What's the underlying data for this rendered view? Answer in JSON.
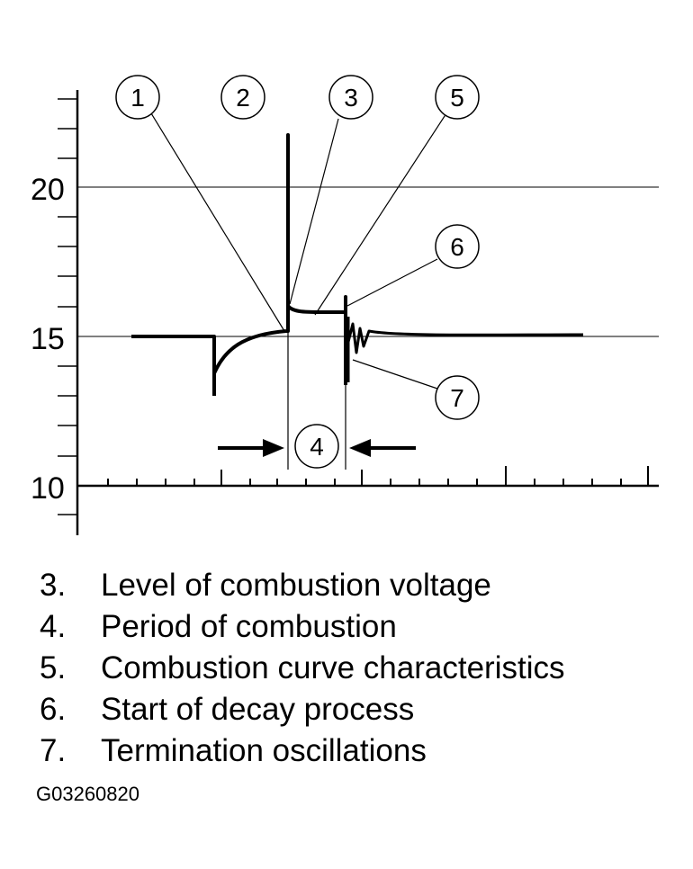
{
  "axis": {
    "ticks": [
      {
        "value": 20,
        "label": "20"
      },
      {
        "value": 15,
        "label": "15"
      },
      {
        "value": 10,
        "label": "10"
      }
    ]
  },
  "callouts": [
    {
      "id": "1",
      "label": "1"
    },
    {
      "id": "2",
      "label": "2"
    },
    {
      "id": "3",
      "label": "3"
    },
    {
      "id": "4",
      "label": "4"
    },
    {
      "id": "5",
      "label": "5"
    },
    {
      "id": "6",
      "label": "6"
    },
    {
      "id": "7",
      "label": "7"
    }
  ],
  "legend": [
    {
      "num": "3.",
      "text": "Level of combustion voltage"
    },
    {
      "num": "4.",
      "text": "Period of combustion"
    },
    {
      "num": "5.",
      "text": "Combustion curve characteristics"
    },
    {
      "num": "6.",
      "text": "Start of decay process"
    },
    {
      "num": "7.",
      "text": "Termination oscillations"
    }
  ],
  "figure_id": "G03260820",
  "colors": {
    "line": "#000000",
    "background": "#ffffff"
  }
}
